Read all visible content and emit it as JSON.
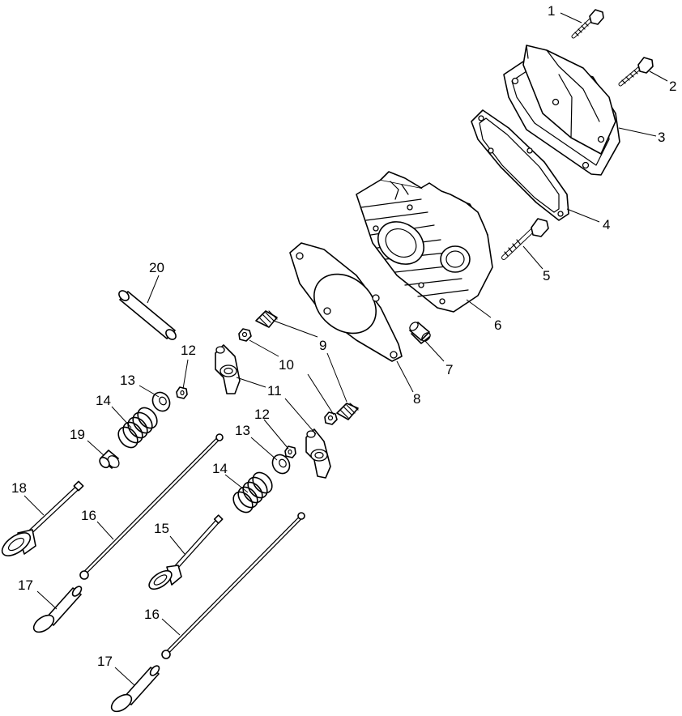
{
  "callouts": {
    "c1": "1",
    "c2": "2",
    "c3": "3",
    "c4": "4",
    "c5": "5",
    "c6": "6",
    "c7": "7",
    "c8": "8",
    "c9": "9",
    "c10": "10",
    "c11": "11",
    "c12a": "12",
    "c12b": "12",
    "c13a": "13",
    "c13b": "13",
    "c14a": "14",
    "c14b": "14",
    "c15": "15",
    "c16a": "16",
    "c16b": "16",
    "c17a": "17",
    "c17b": "17",
    "c18": "18",
    "c19": "19",
    "c20": "20"
  }
}
